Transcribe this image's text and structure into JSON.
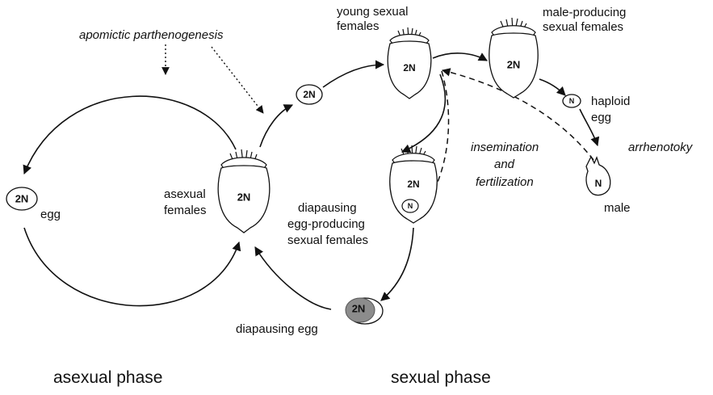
{
  "labels": {
    "apomictic": "apomictic parthenogenesis",
    "young_l1": "young sexual",
    "young_l2": "females",
    "male_prod_l1": "male-producing",
    "male_prod_l2": "sexual females",
    "haploid_l1": "haploid",
    "haploid_l2": "egg",
    "arrhenotoky": "arrhenotoky",
    "insem_l1": "insemination",
    "insem_l2": "and",
    "insem_l3": "fertilization",
    "male": "male",
    "asexual_l1": "asexual",
    "asexual_l2": "females",
    "egg": "egg",
    "diap_l1": "diapausing",
    "diap_l2": "egg-producing",
    "diap_l3": "sexual females",
    "diap_egg": "diapausing egg",
    "asexual_phase": "asexual phase",
    "sexual_phase": "sexual phase"
  },
  "tags": {
    "diploid": "2N",
    "haploid": "N"
  }
}
